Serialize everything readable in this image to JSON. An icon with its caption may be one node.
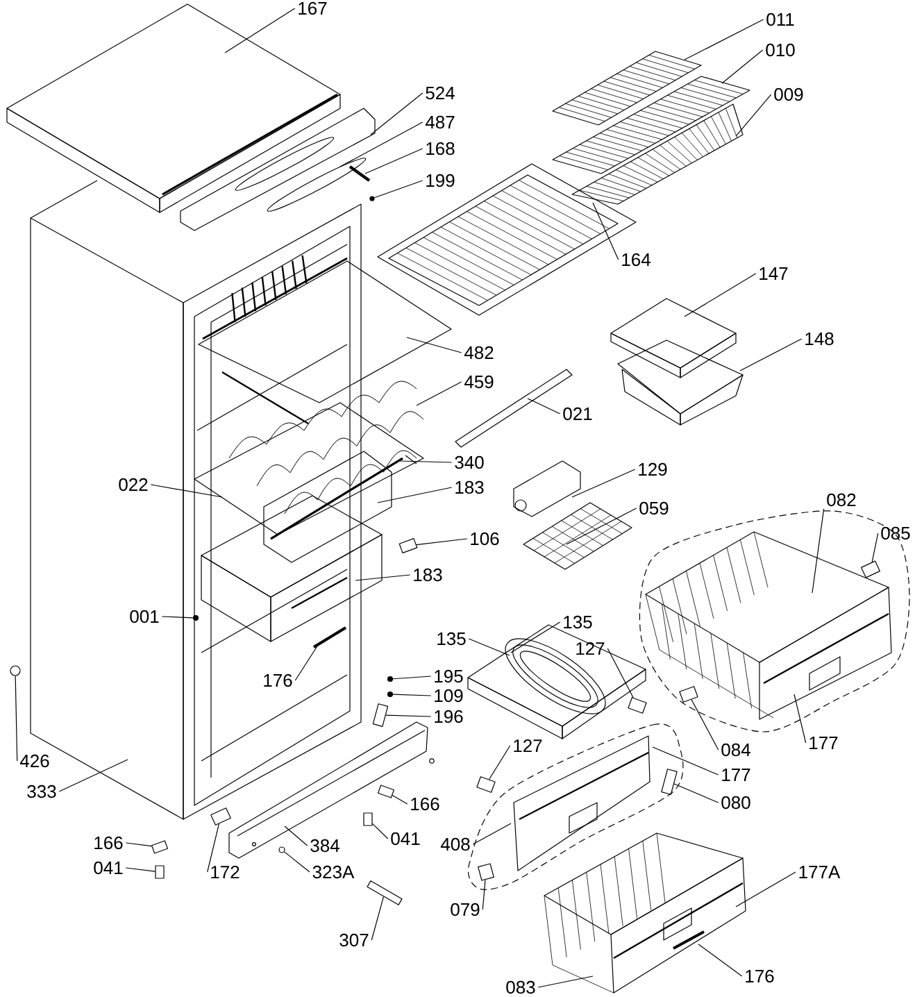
{
  "diagram": {
    "nodes": [
      {
        "text": [
          "167"
        ]
      },
      {
        "text": [
          "524"
        ]
      },
      {
        "text": [
          "487"
        ]
      },
      {
        "text": [
          "168"
        ]
      },
      {
        "text": [
          "199"
        ]
      },
      {
        "text": [
          "011"
        ]
      },
      {
        "text": [
          "010"
        ]
      },
      {
        "text": [
          "009"
        ]
      },
      {
        "text": [
          "164"
        ]
      },
      {
        "text": [
          "147"
        ]
      },
      {
        "text": [
          "148"
        ]
      },
      {
        "text": [
          "482"
        ]
      },
      {
        "text": [
          "459"
        ]
      },
      {
        "text": [
          "021"
        ]
      },
      {
        "text": [
          "340"
        ]
      },
      {
        "text": [
          "022"
        ]
      },
      {
        "text": [
          "183"
        ]
      },
      {
        "text": [
          "129"
        ]
      },
      {
        "text": [
          "082"
        ]
      },
      {
        "text": [
          "085"
        ]
      },
      {
        "text": [
          "059"
        ]
      },
      {
        "text": [
          "106"
        ]
      },
      {
        "text": [
          "183"
        ]
      },
      {
        "text": [
          "001"
        ]
      },
      {
        "text": [
          "176"
        ]
      },
      {
        "text": [
          "135"
        ]
      },
      {
        "text": [
          "135"
        ]
      },
      {
        "text": [
          "195"
        ]
      },
      {
        "text": [
          "109"
        ]
      },
      {
        "text": [
          "196"
        ]
      },
      {
        "text": [
          "127"
        ]
      },
      {
        "text": [
          "127"
        ]
      },
      {
        "text": [
          "084"
        ]
      },
      {
        "text": [
          "177"
        ]
      },
      {
        "text": [
          "177"
        ]
      },
      {
        "text": [
          "080"
        ]
      },
      {
        "text": [
          "408"
        ]
      },
      {
        "text": [
          "079"
        ]
      },
      {
        "text": [
          "177A"
        ]
      },
      {
        "text": [
          "176"
        ]
      },
      {
        "text": [
          "083"
        ]
      },
      {
        "text": [
          "426"
        ]
      },
      {
        "text": [
          "333"
        ]
      },
      {
        "text": [
          "166"
        ]
      },
      {
        "text": [
          "041"
        ]
      },
      {
        "text": [
          "166"
        ]
      },
      {
        "text": [
          "041"
        ]
      },
      {
        "text": [
          "172"
        ]
      },
      {
        "text": [
          "384"
        ]
      },
      {
        "text": [
          "323A"
        ]
      },
      {
        "text": [
          "307"
        ]
      },
      {
        "text": [],
        "shape": "dot"
      },
      {
        "text": [],
        "shape": "box"
      },
      {
        "text": [],
        "shape": "box"
      },
      {
        "text": [],
        "shape": "dot"
      },
      {
        "text": [],
        "shape": "dot"
      },
      {
        "text": [],
        "shape": "dot"
      },
      {
        "text": [],
        "shape": "box"
      },
      {
        "text": [],
        "shape": "box"
      },
      {
        "text": [],
        "shape": "box"
      },
      {
        "text": [],
        "shape": "box"
      },
      {
        "text": [],
        "shape": "box"
      },
      {
        "text": [],
        "shape": "box"
      },
      {
        "text": [],
        "shape": "box"
      },
      {
        "text": [],
        "shape": "box"
      },
      {
        "text": [],
        "shape": "box"
      },
      {
        "text": [],
        "shape": "box"
      },
      {
        "text": [],
        "shape": "box"
      },
      {
        "text": [],
        "shape": "circle"
      },
      {
        "text": [],
        "shape": "box"
      },
      {
        "text": [],
        "shape": "circle"
      }
    ],
    "edges": [
      {
        "from": 0,
        "to": null,
        "arrow": "none"
      },
      {
        "from": 1,
        "to": null,
        "arrow": "none"
      },
      {
        "from": 2,
        "to": null,
        "arrow": "none"
      },
      {
        "from": 3,
        "to": null,
        "arrow": "none"
      },
      {
        "from": 4,
        "to": 51,
        "arrow": "none"
      },
      {
        "from": 5,
        "to": null,
        "arrow": "none"
      },
      {
        "from": 6,
        "to": null,
        "arrow": "none"
      },
      {
        "from": 7,
        "to": null,
        "arrow": "none"
      },
      {
        "from": 8,
        "to": null,
        "arrow": "none"
      },
      {
        "from": 9,
        "to": null,
        "arrow": "none"
      },
      {
        "from": 10,
        "to": null,
        "arrow": "none"
      },
      {
        "from": 11,
        "to": null,
        "arrow": "none"
      },
      {
        "from": 12,
        "to": null,
        "arrow": "none"
      },
      {
        "from": 13,
        "to": null,
        "arrow": "none"
      },
      {
        "from": 14,
        "to": null,
        "arrow": "none"
      },
      {
        "from": 15,
        "to": null,
        "arrow": "none"
      },
      {
        "from": 16,
        "to": null,
        "arrow": "none"
      },
      {
        "from": 17,
        "to": null,
        "arrow": "none"
      },
      {
        "from": 18,
        "to": null,
        "arrow": "none"
      },
      {
        "from": 19,
        "to": 52,
        "arrow": "none"
      },
      {
        "from": 20,
        "to": null,
        "arrow": "none"
      },
      {
        "from": 21,
        "to": 53,
        "arrow": "none"
      },
      {
        "from": 22,
        "to": null,
        "arrow": "none"
      },
      {
        "from": 23,
        "to": 54,
        "arrow": "none"
      },
      {
        "from": 24,
        "to": null,
        "arrow": "none"
      },
      {
        "from": 25,
        "to": null,
        "arrow": "none"
      },
      {
        "from": 26,
        "to": null,
        "arrow": "none"
      },
      {
        "from": 27,
        "to": 55,
        "arrow": "none"
      },
      {
        "from": 28,
        "to": 56,
        "arrow": "none"
      },
      {
        "from": 29,
        "to": 57,
        "arrow": "none"
      },
      {
        "from": 30,
        "to": 58,
        "arrow": "none"
      },
      {
        "from": 31,
        "to": 59,
        "arrow": "none"
      },
      {
        "from": 32,
        "to": 60,
        "arrow": "none"
      },
      {
        "from": 33,
        "to": null,
        "arrow": "none"
      },
      {
        "from": 34,
        "to": null,
        "arrow": "none"
      },
      {
        "from": 35,
        "to": 61,
        "arrow": "none"
      },
      {
        "from": 36,
        "to": null,
        "arrow": "none"
      },
      {
        "from": 37,
        "to": 62,
        "arrow": "none"
      },
      {
        "from": 38,
        "to": null,
        "arrow": "none"
      },
      {
        "from": 39,
        "to": null,
        "arrow": "none"
      },
      {
        "from": 40,
        "to": null,
        "arrow": "none"
      },
      {
        "from": 41,
        "to": 70,
        "arrow": "none"
      },
      {
        "from": 42,
        "to": null,
        "arrow": "none"
      },
      {
        "from": 43,
        "to": 63,
        "arrow": "none"
      },
      {
        "from": 44,
        "to": 64,
        "arrow": "none"
      },
      {
        "from": 45,
        "to": 65,
        "arrow": "none"
      },
      {
        "from": 46,
        "to": 66,
        "arrow": "none"
      },
      {
        "from": 47,
        "to": 67,
        "arrow": "none"
      },
      {
        "from": 48,
        "to": null,
        "arrow": "none"
      },
      {
        "from": 49,
        "to": 68,
        "arrow": "none"
      },
      {
        "from": 50,
        "to": 69,
        "arrow": "none"
      }
    ]
  }
}
